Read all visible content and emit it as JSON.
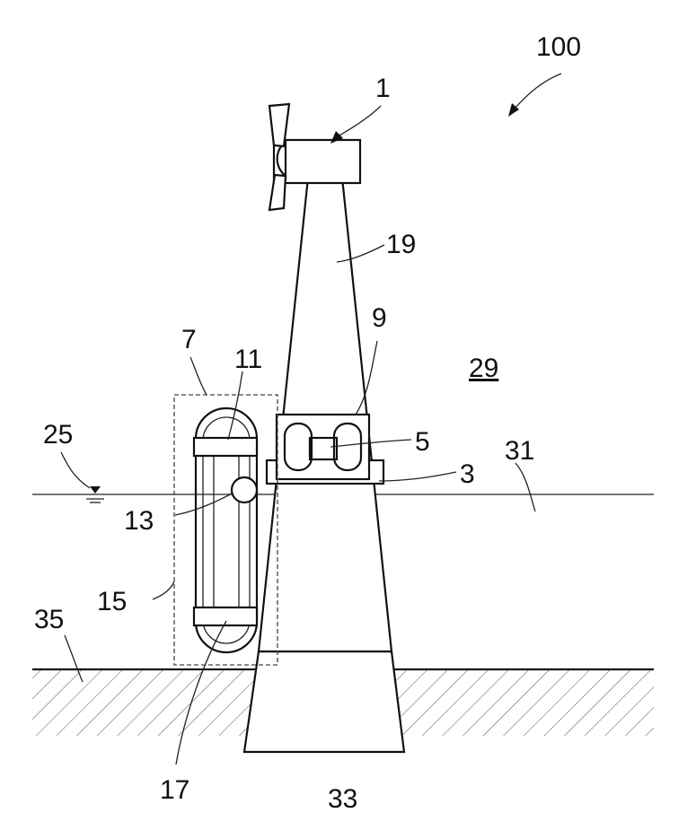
{
  "figure": {
    "labels": {
      "system": "100",
      "turbine": "1",
      "tower": "19",
      "device": "9",
      "air": "29",
      "unit": "7",
      "upper_wheel": "11",
      "water_level": "25",
      "generator": "5",
      "water_surface": "31",
      "platform": "3",
      "pivot": "13",
      "chain_frame": "15",
      "seabed": "35",
      "lower_wheel": "17",
      "foundation": "33"
    }
  }
}
